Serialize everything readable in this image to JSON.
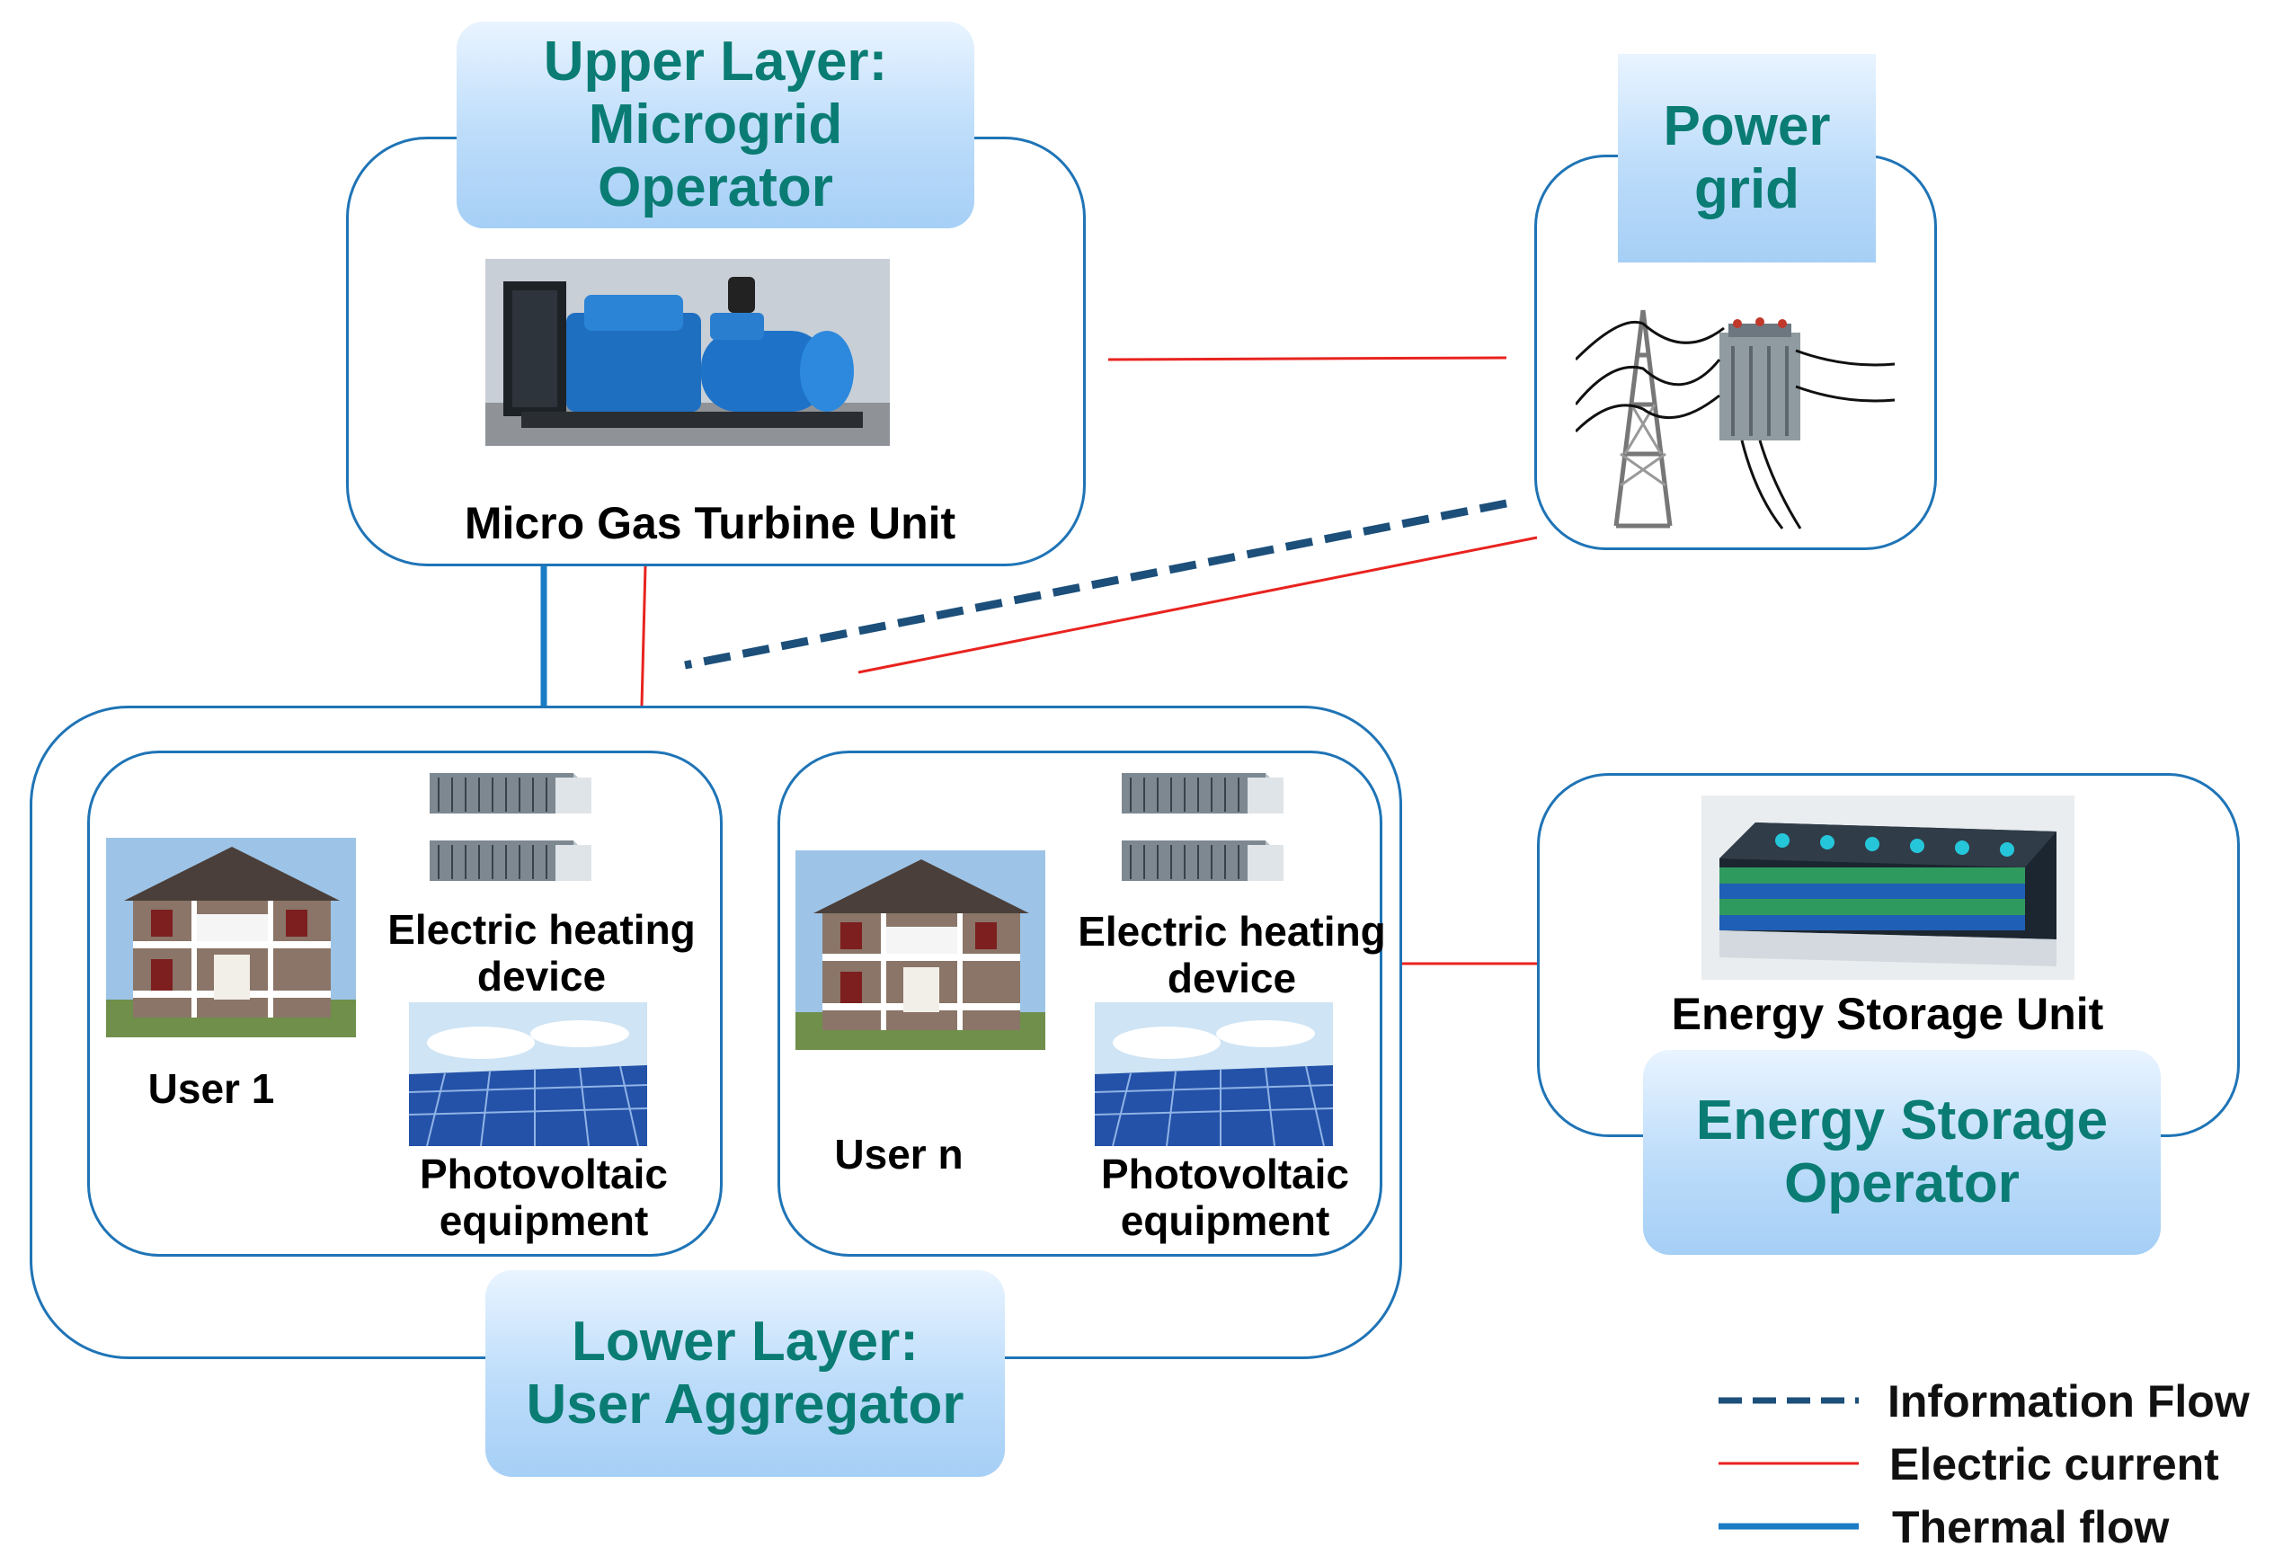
{
  "upper_layer": {
    "title": "Upper Layer:\nMicrogrid\nOperator",
    "equipment_label": "Micro Gas Turbine Unit"
  },
  "power_grid": {
    "title": "Power\ngrid"
  },
  "lower_layer": {
    "title": "Lower Layer:\nUser Aggregator",
    "users": [
      {
        "user_label": "User 1",
        "heating_label": "Electric heating\ndevice",
        "pv_label": "Photovoltaic\nequipment"
      },
      {
        "user_label": "User n",
        "heating_label": "Electric heating\ndevice",
        "pv_label": "Photovoltaic\nequipment"
      }
    ]
  },
  "energy_storage": {
    "unit_label": "Energy Storage Unit",
    "title": "Energy Storage\nOperator"
  },
  "legend": {
    "information_flow": "Information Flow",
    "electric_current": "Electric current",
    "thermal_flow": "Thermal flow"
  },
  "colors": {
    "frame": "#1f74b6",
    "title_text": "#0a7c73",
    "information_flow": "#1c4f7a",
    "electric_current": "#e8231f",
    "thermal_flow": "#1a7cc4"
  }
}
